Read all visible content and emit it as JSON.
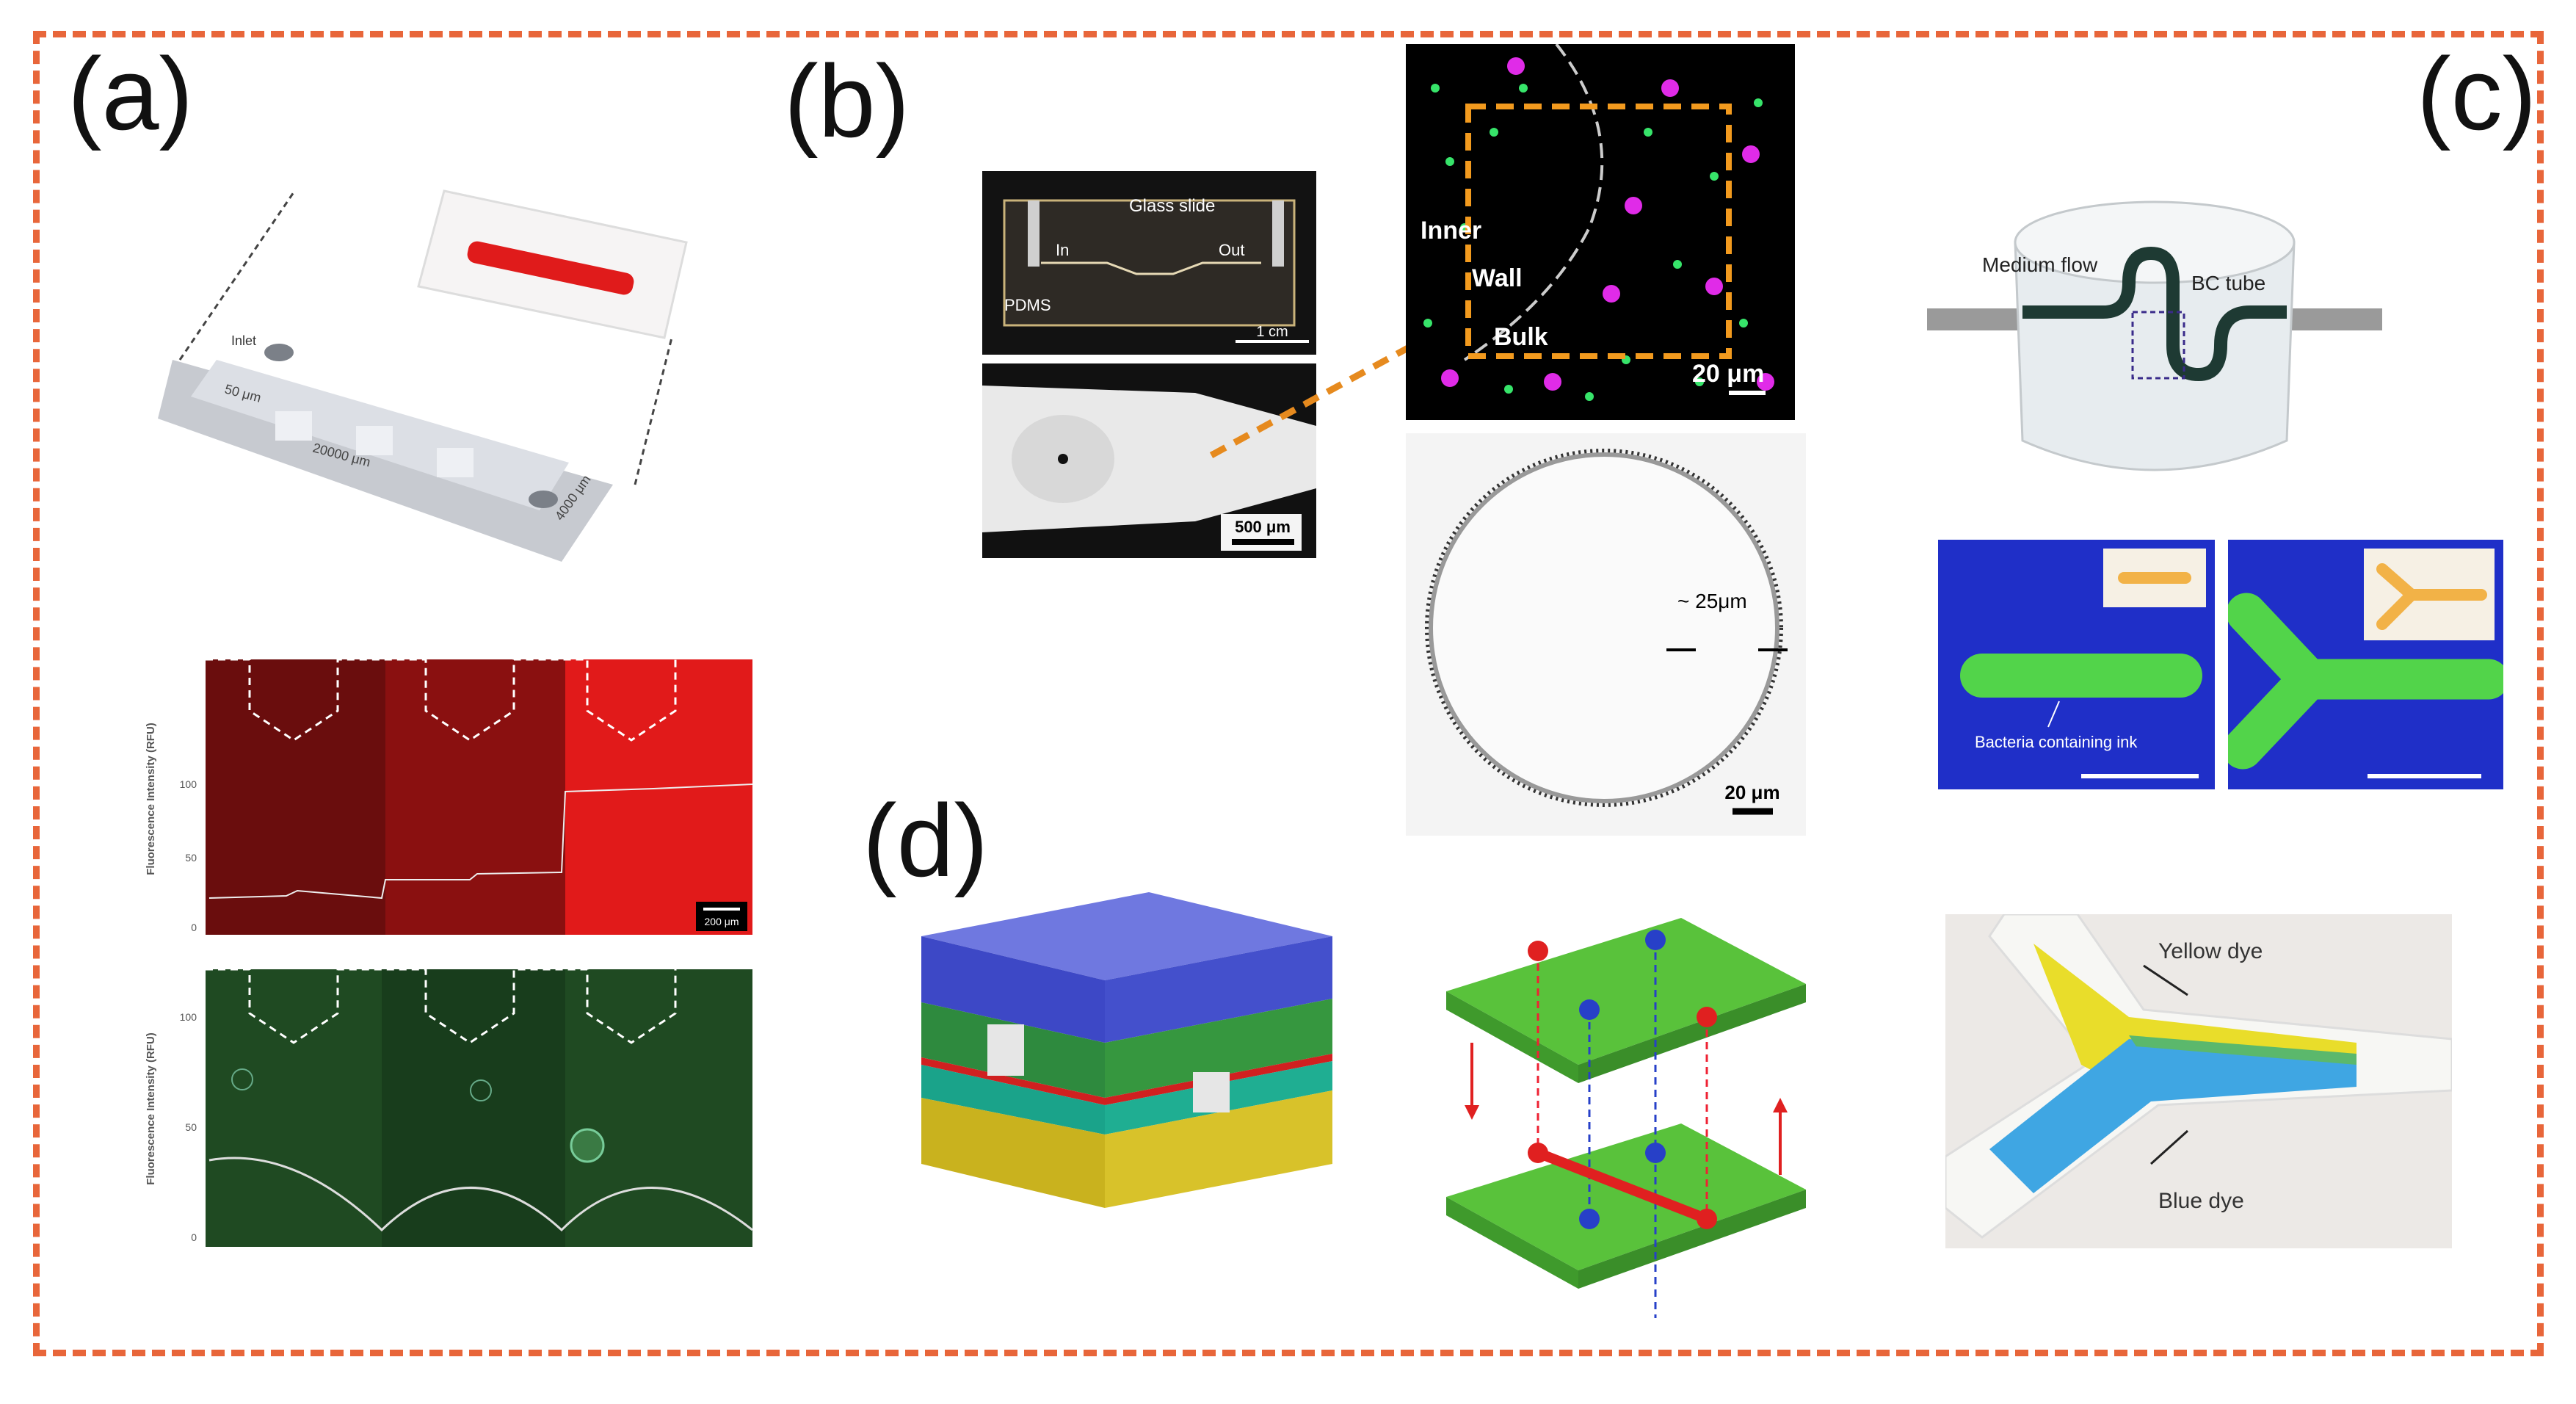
{
  "panels": {
    "a": {
      "label": "(a)",
      "device": {
        "tag1": "Inlet",
        "dim1": "50 μm",
        "dim2": "20000 μm",
        "dim3": "4000 μm"
      },
      "red_plot": {
        "ylabel": "Fluorescence Intensity (RFU)",
        "ticks": [
          "100",
          "50",
          "0"
        ],
        "scale": "200 μm"
      },
      "green_plot": {
        "ylabel": "Fluorescence Intensity (RFU)",
        "ticks": [
          "100",
          "50",
          "0"
        ]
      }
    },
    "b": {
      "label": "(b)",
      "chip": {
        "glass": "Glass slide",
        "in": "In",
        "out": "Out",
        "pdms": "PDMS",
        "scale": "1 cm"
      },
      "channel_scale": "500 μm",
      "beads": {
        "inner": "Inner",
        "wall": "Wall",
        "bulk": "Bulk",
        "scale": "20 μm"
      },
      "lumen": {
        "thickness": "~ 25μm",
        "scale": "20 μm"
      }
    },
    "c": {
      "label": "(c)",
      "bioreactor": {
        "medium": "Medium flow",
        "tube": "BC tube"
      },
      "print": {
        "ink": "Bacteria containing ink"
      },
      "dye": {
        "yellow": "Yellow dye",
        "blue": "Blue dye"
      }
    },
    "d": {
      "label": "(d)"
    }
  },
  "colors": {
    "frame": "#E8663A",
    "red_fluor": "#C41616",
    "green_fluor": "#2E6B2E",
    "print_bg": "#1F2FC8",
    "print_line": "#52D44A"
  }
}
